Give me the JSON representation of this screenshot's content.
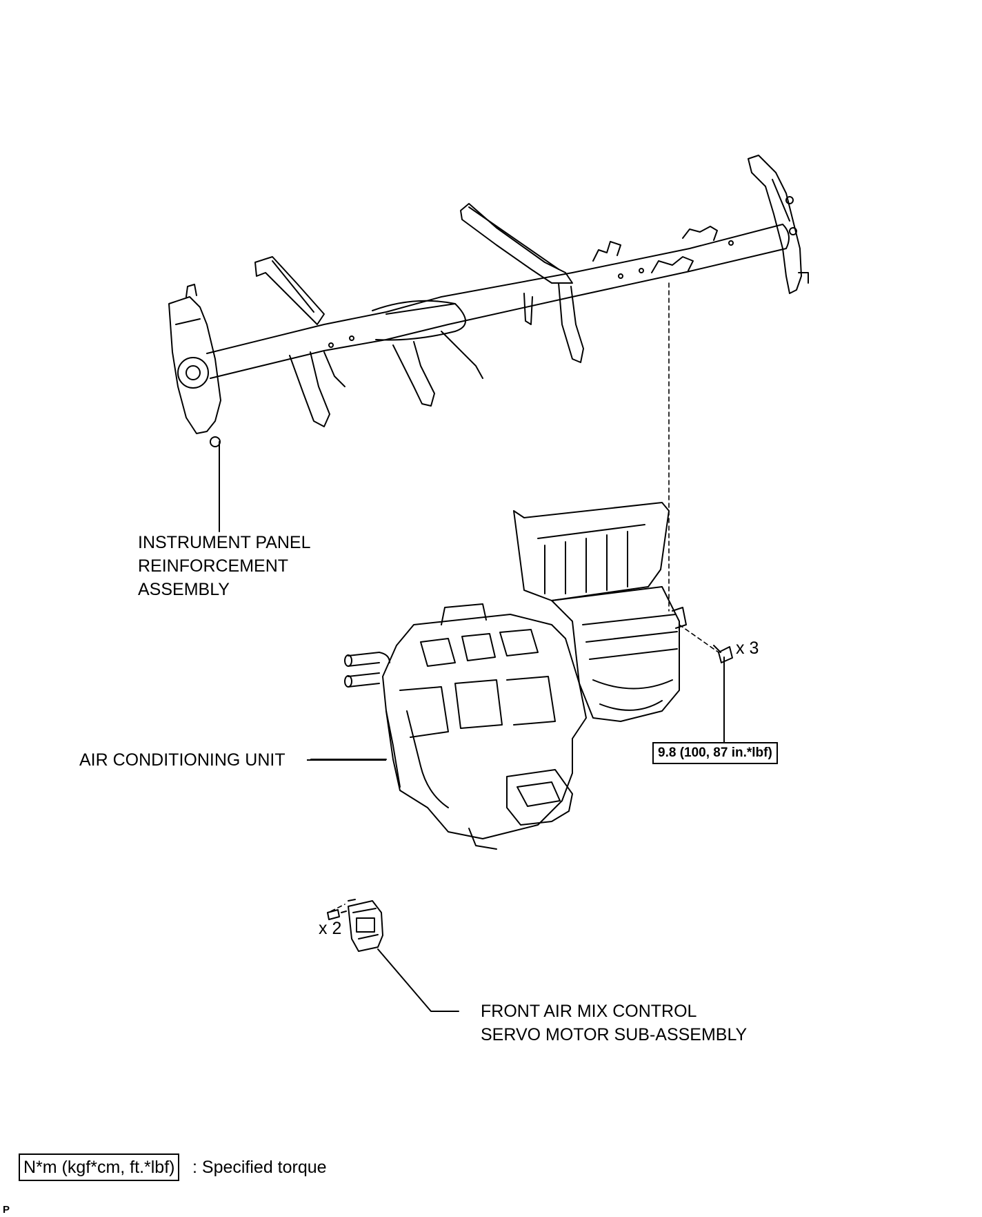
{
  "labels": {
    "instrument_panel": [
      "INSTRUMENT PANEL",
      "REINFORCEMENT",
      "ASSEMBLY"
    ],
    "air_conditioning_unit": "AIR CONDITIONING UNIT",
    "servo_motor": [
      "FRONT AIR MIX CONTROL",
      "SERVO MOTOR SUB-ASSEMBLY"
    ],
    "bolt_qty_unit": "x 3",
    "screw_qty_servo": "x 2",
    "torque_value": "9.8 (100, 87 in.*lbf)"
  },
  "legend": {
    "unit_box": "N*m (kgf*cm, ft.*lbf)",
    "description": ": Specified torque"
  },
  "corner_code": "P",
  "colors": {
    "line": "#000000",
    "background": "#ffffff"
  }
}
